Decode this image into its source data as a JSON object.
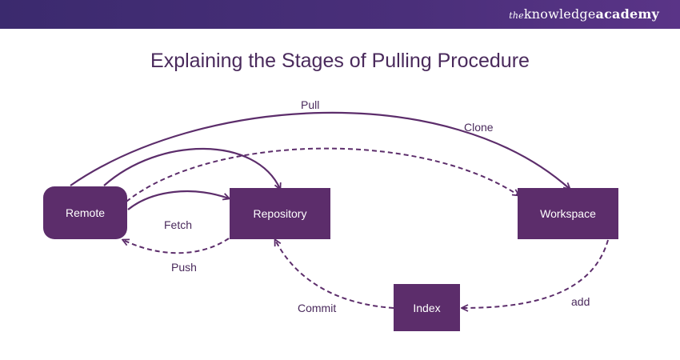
{
  "brand": {
    "the": "the",
    "knowledge": "knowledge",
    "academy": "academy"
  },
  "title": "Explaining the Stages of Pulling Procedure",
  "nodes": {
    "remote": "Remote",
    "repository": "Repository",
    "workspace": "Workspace",
    "index": "Index"
  },
  "edges": {
    "pull": "Pull",
    "clone": "Clone",
    "fetch": "Fetch",
    "push": "Push",
    "commit": "Commit",
    "add": "add"
  },
  "colors": {
    "header": "#4a2f7a",
    "node": "#5c2d6b",
    "edge": "#5c2d6b",
    "text": "#4a2a5c"
  }
}
